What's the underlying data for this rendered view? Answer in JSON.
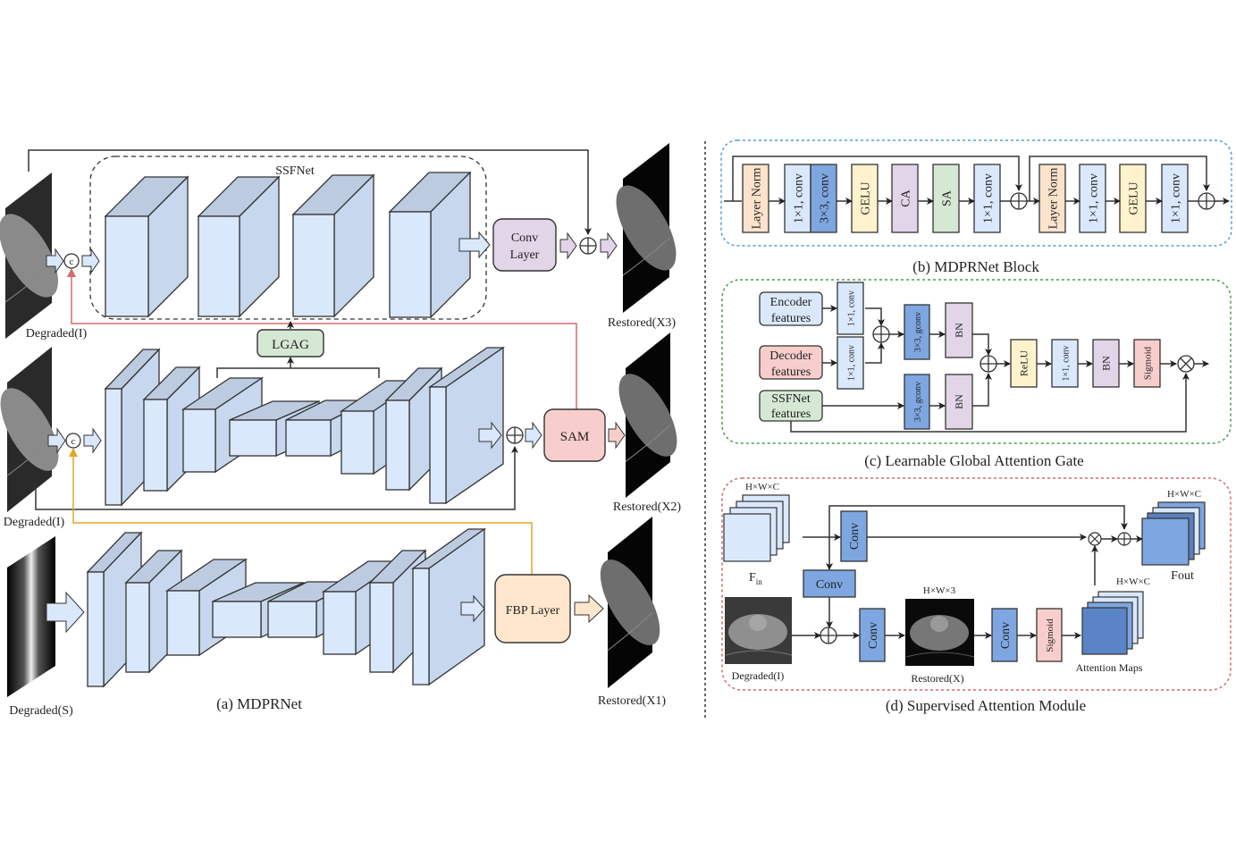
{
  "colors": {
    "block_front": "#dae8fc",
    "block_side": "#c6d7ee",
    "block_top": "#bccbe0",
    "layernorm": "#fde3cc",
    "conv_light": "#dae8fc",
    "conv_dark": "#7ea6e0",
    "gelu": "#fff2cc",
    "ca": "#e1d5e7",
    "sa": "#d5e8d4",
    "bn": "#e1d5e7",
    "relu": "#fff2cc",
    "sigmoid": "#f8cecc",
    "sam": "#f8cecc",
    "fbp": "#ffe6cc",
    "lgag": "#d5e8d4",
    "convlayer": "#e1d5e7",
    "red_line": "#d46a6a",
    "orange_line": "#e0a526",
    "blue_dash": "#4a9fd5",
    "green_dash": "#4f9a4f",
    "red_dash": "#d46a6a"
  },
  "panel_a": {
    "caption": "(a) MDPRNet",
    "ssfnet_label": "SSFNet",
    "conv_layer_line1": "Conv",
    "conv_layer_line2": "Layer",
    "lgag": "LGAG",
    "sam": "SAM",
    "fbp": "FBP Layer",
    "concat": "c",
    "inputs": [
      "Degraded(I)",
      "Degraded(I)",
      "Degraded(S)"
    ],
    "outputs": [
      "Restored(X3)",
      "Restored(X2)",
      "Restored(X1)"
    ]
  },
  "panel_b": {
    "caption": "(b) MDPRNet Block",
    "blocks": [
      "Layer Norm",
      "1×1, conv",
      "3×3, conv",
      "GELU",
      "CA",
      "SA",
      "1×1, conv",
      "Layer Norm",
      "1×1, conv",
      "GELU",
      "1×1, conv"
    ]
  },
  "panel_c": {
    "caption": "(c) Learnable Global Attention Gate",
    "encoder": [
      "Encoder",
      "features"
    ],
    "decoder": [
      "Decoder",
      "features"
    ],
    "ssfnet": [
      "SSFNet",
      "features"
    ],
    "conv1": "1×1, conv",
    "conv2": "1×1, conv",
    "gconv1": "3×3, gconv",
    "gconv2": "3×3, gconv",
    "bn": "BN",
    "relu": "ReLU",
    "conv3": "1×1, conv",
    "sigmoid": "Sigmoid"
  },
  "panel_d": {
    "caption": "(d) Supervised Attention Module",
    "hwc": "H×W×C",
    "hw3": "H×W×3",
    "fin": "F",
    "fin_sub": "in",
    "fout": "Fout",
    "conv": "Conv",
    "sigmoid": "Sigmoid",
    "degraded": "Degraded(I)",
    "restored": "Restored(X)",
    "attention": "Attention Maps"
  }
}
